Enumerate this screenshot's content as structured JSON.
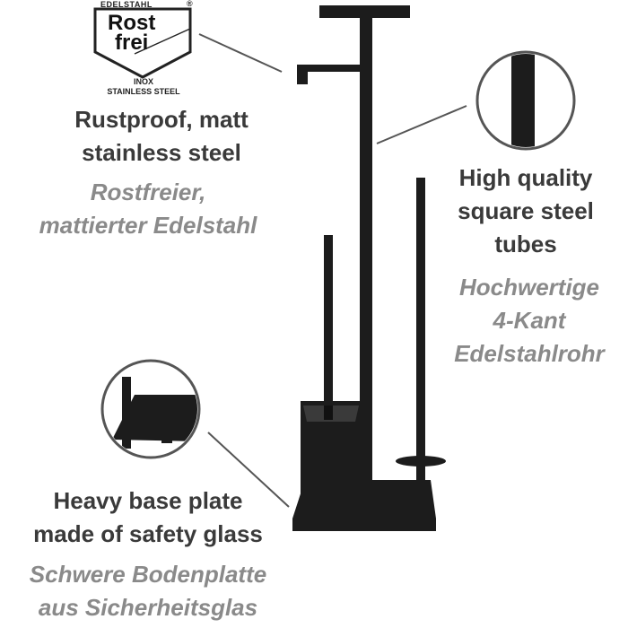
{
  "logo": {
    "top_text": "EDELSTAHL",
    "registered_mark": "®",
    "line1": "Rost",
    "line2": "frei",
    "sub1": "INOX",
    "sub2": "STAINLESS STEEL"
  },
  "features": [
    {
      "en_line1": "Rustproof, matt",
      "en_line2": "stainless steel",
      "de_line1": "Rostfreier,",
      "de_line2": "mattierter Edelstahl"
    },
    {
      "en_line1": "High quality",
      "en_line2": "square steel",
      "en_line3": "tubes",
      "de_line1": "Hochwertige",
      "de_line2": "4-Kant",
      "de_line3": "Edelstahlrohr"
    },
    {
      "en_line1": "Heavy base plate",
      "en_line2": "made of safety glass",
      "de_line1": "Schwere Bodenplatte",
      "de_line2": "aus Sicherheitsglas"
    }
  ],
  "colors": {
    "product": "#1c1c1c",
    "text_primary": "#3a3a3a",
    "text_secondary": "#8a8a8a",
    "callout_line": "#555555"
  }
}
